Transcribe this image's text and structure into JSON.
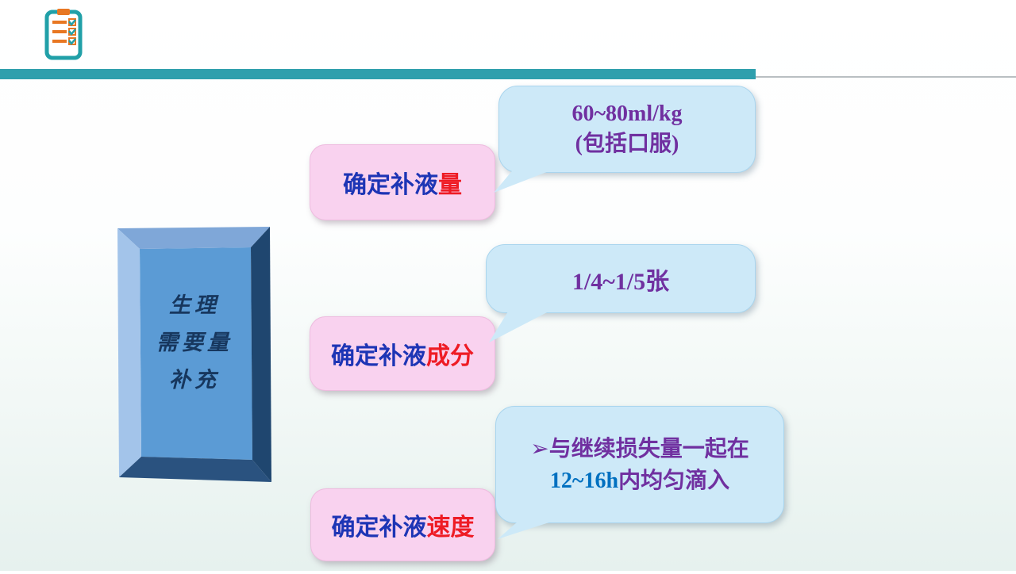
{
  "slide": {
    "header": {
      "icon": "clipboard-checklist-icon",
      "bar_color": "#2f9fad"
    },
    "left_box": {
      "lines": [
        "生理",
        "需要量",
        "补充"
      ]
    },
    "steps": [
      {
        "prefix": "确定补液",
        "highlight": "量"
      },
      {
        "prefix": "确定补液",
        "highlight": "成分"
      },
      {
        "prefix": "确定补液",
        "highlight": "速度"
      }
    ],
    "callouts": {
      "volume": {
        "line1": "60~80ml/kg",
        "line2": "(包括口服)"
      },
      "composition": {
        "line1": "1/4~1/5张"
      },
      "speed": {
        "bullet": "➢",
        "seg1": "与继续损失量一起在",
        "seg2": "12~16h",
        "seg3": "内均匀滴入"
      }
    },
    "colors": {
      "step_text": "#1d35b5",
      "step_highlight": "#ee1c25",
      "callout_text": "#7030a0",
      "speed_time": "#0070c0",
      "pink_fill": "#f9d2ef",
      "blue_fill": "#cde9f8",
      "frame_inner": "#5b9bd5",
      "frame_dark": "#1f466f"
    }
  }
}
